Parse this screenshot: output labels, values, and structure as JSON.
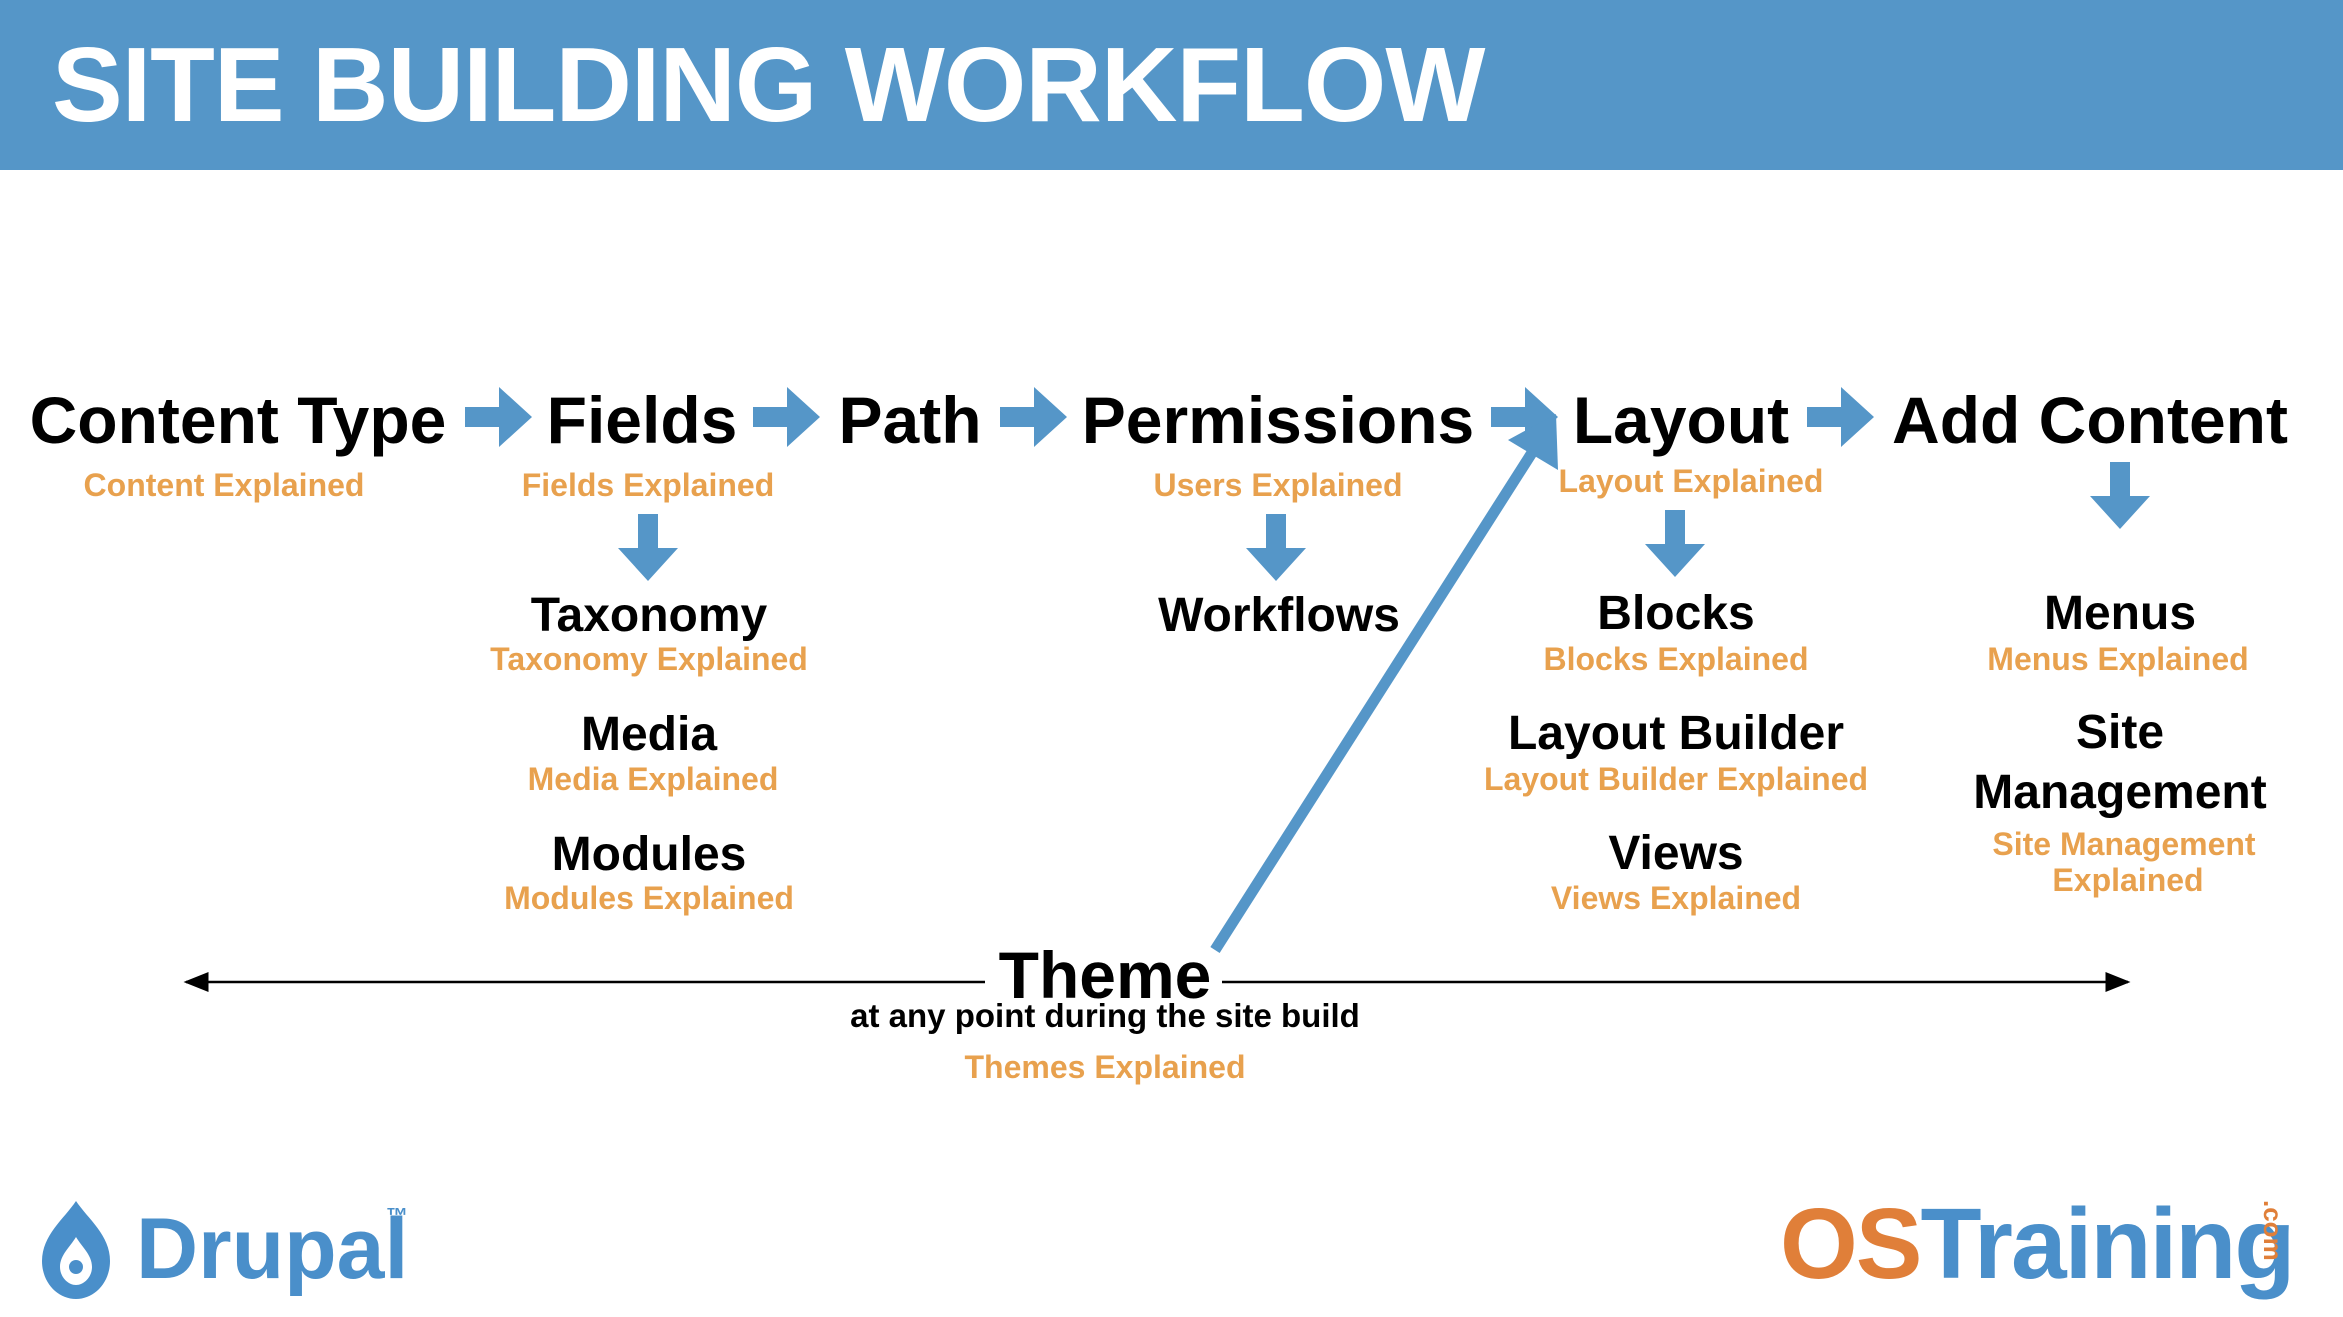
{
  "header": {
    "title": "SITE BUILDING WORKFLOW"
  },
  "workflow": {
    "steps": [
      {
        "label": "Content Type",
        "link": "Content Explained"
      },
      {
        "label": "Fields",
        "link": "Fields Explained"
      },
      {
        "label": "Path"
      },
      {
        "label": "Permissions",
        "link": "Users Explained"
      },
      {
        "label": "Layout",
        "link": "Layout Explained"
      },
      {
        "label": "Add Content"
      }
    ],
    "fields_children": [
      {
        "label": "Taxonomy",
        "link": "Taxonomy Explained"
      },
      {
        "label": "Media",
        "link": "Media Explained"
      },
      {
        "label": "Modules",
        "link": "Modules Explained"
      }
    ],
    "permissions_children": [
      {
        "label": "Workflows"
      }
    ],
    "layout_children": [
      {
        "label": "Blocks",
        "link": "Blocks Explained"
      },
      {
        "label": "Layout Builder",
        "link": "Layout Builder Explained"
      },
      {
        "label": "Views",
        "link": "Views Explained"
      }
    ],
    "add_content_children": [
      {
        "label": "Menus",
        "link": "Menus Explained"
      },
      {
        "label_line1": "Site",
        "label_line2": "Management",
        "link_line1": "Site Management",
        "link_line2": "Explained"
      }
    ],
    "theme": {
      "label": "Theme",
      "note": "at any point during the site build",
      "link": "Themes Explained"
    }
  },
  "logos": {
    "drupal": {
      "word": "Drupal",
      "tm": "™"
    },
    "ostraining": {
      "os": "OS",
      "training": "Training",
      "com": ".com"
    }
  },
  "colors": {
    "header_bg": "#5596c8",
    "arrow": "#5596c8",
    "link": "#e8a14e",
    "text": "#000000"
  }
}
